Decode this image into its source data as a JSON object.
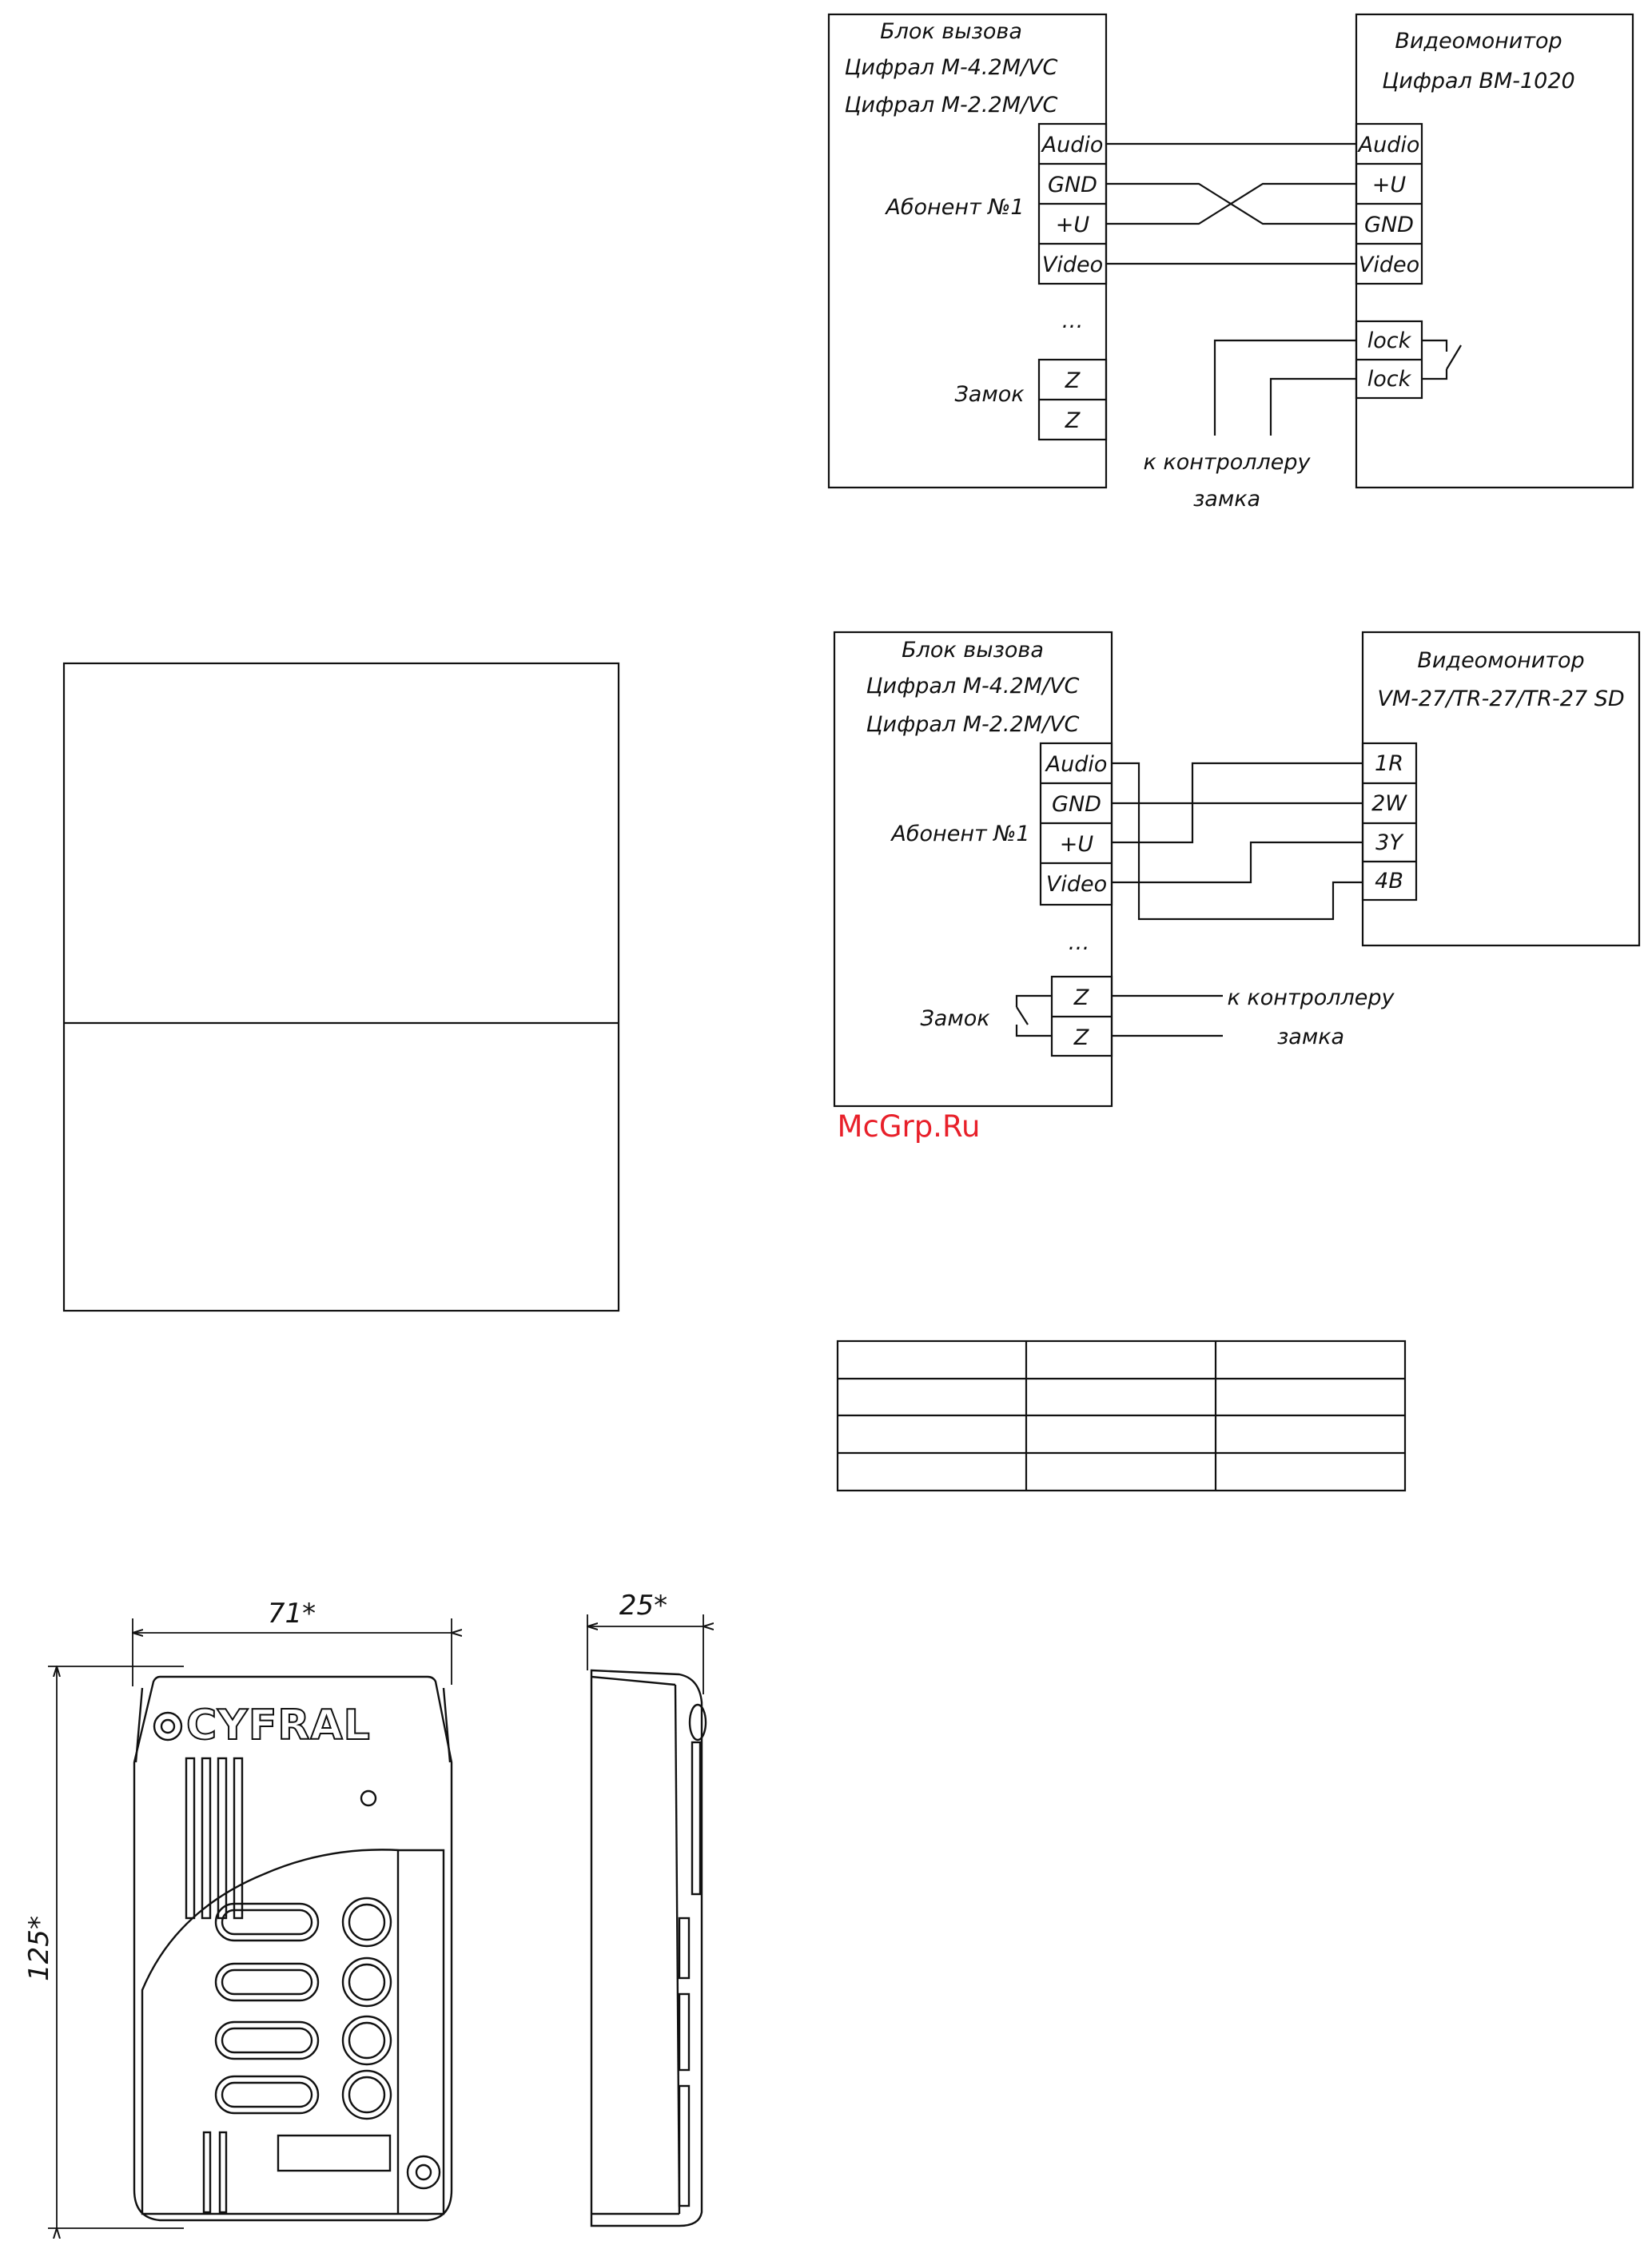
{
  "diagram1": {
    "panel_title": [
      "Блок вызова",
      "Цифрал М-4.2М/VC",
      "Цифрал М-2.2М/VC"
    ],
    "monitor_title": [
      "Видеомонитор",
      "Цифрал ВМ-1020"
    ],
    "subscriber_label": "Абонент №1",
    "panel_terminals": [
      "Audio",
      "GND",
      "+U",
      "Video"
    ],
    "monitor_terminals": [
      "Audio",
      "+U",
      "GND",
      "Video"
    ],
    "ellipsis": "…",
    "lock_label": "Замок",
    "lock_terminals": [
      "Z",
      "Z"
    ],
    "monitor_lock_terminals": [
      "lock",
      "lock"
    ],
    "controller_note": [
      "к контроллеру",
      "замка"
    ]
  },
  "diagram2": {
    "panel_title": [
      "Блок вызова",
      "Цифрал М-4.2М/VC",
      "Цифрал М-2.2М/VC"
    ],
    "monitor_title": [
      "Видеомонитор",
      "VM-27/TR-27/TR-27 SD"
    ],
    "subscriber_label": "Абонент №1",
    "panel_terminals": [
      "Audio",
      "GND",
      "+U",
      "Video"
    ],
    "monitor_terminals": [
      "1R",
      "2W",
      "3Y",
      "4B"
    ],
    "ellipsis": "…",
    "lock_label": "Замок",
    "lock_terminals": [
      "Z",
      "Z"
    ],
    "controller_note": [
      "к контроллеру",
      "замка"
    ]
  },
  "watermark": "McGrp.Ru",
  "dimensions": {
    "width": "71*",
    "depth": "25*",
    "height": "125*"
  },
  "device": {
    "logo": "CYFRAL"
  },
  "colors": {
    "line": "#111111",
    "watermark": "#e8202a"
  }
}
